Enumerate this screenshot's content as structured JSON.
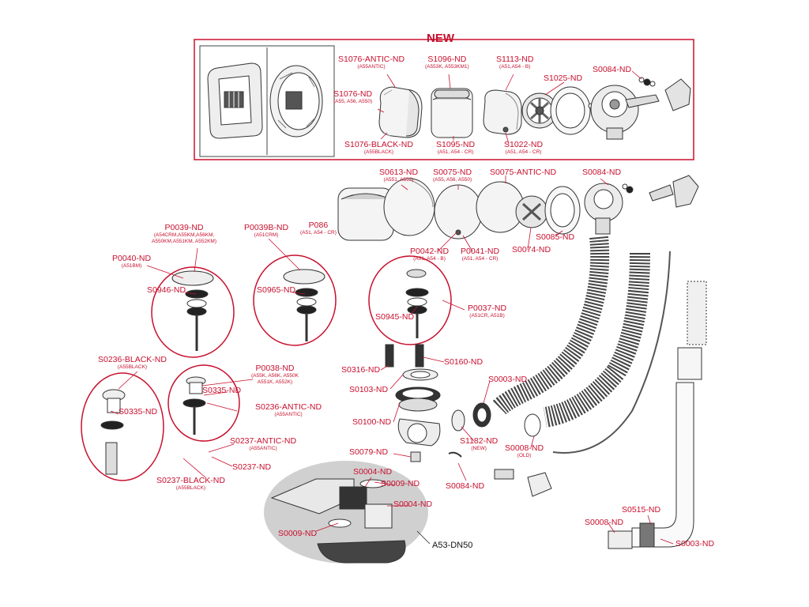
{
  "new_badge": "NEW",
  "labels": [
    {
      "code": "S1076-ANTIC-ND",
      "sub": "(A55ANTIC)"
    },
    {
      "code": "S1096-ND",
      "sub": "(A553K, A553KM1)"
    },
    {
      "code": "S1113-ND",
      "sub": "(A51,A54 - B)"
    },
    {
      "code": "S1025-ND",
      "sub": ""
    },
    {
      "code": "S0084-ND",
      "sub": ""
    },
    {
      "code": "S1076-ND",
      "sub": "(A55, A56, A550)"
    },
    {
      "code": "S1076-BLACK-ND",
      "sub": "(A55BLACK)"
    },
    {
      "code": "S1095-ND",
      "sub": "(A51, A54 - CR)"
    },
    {
      "code": "S1022-ND",
      "sub": "(A51, A54 - CR)"
    },
    {
      "code": "S0613-ND",
      "sub": "(A551, A552)"
    },
    {
      "code": "S0075-ND",
      "sub": "(A55, A56, A550)"
    },
    {
      "code": "S0075-ANTIC-ND",
      "sub": ""
    },
    {
      "code": "S0084-ND",
      "sub": ""
    },
    {
      "code": "P086",
      "sub": "(A51, A54 - CR)"
    },
    {
      "code": "P0039-ND",
      "sub": "(A54CRM,A55KM,A56KM,"
    },
    {
      "code": "",
      "sub": "A550KM,A551KM, A552KM)"
    },
    {
      "code": "P0039B-ND",
      "sub": "(A51CRM)"
    },
    {
      "code": "P0040-ND",
      "sub": "(A51BM)"
    },
    {
      "code": "S0085-ND",
      "sub": ""
    },
    {
      "code": "P0042-ND",
      "sub": "(A51, A54 - B)"
    },
    {
      "code": "P0041-ND",
      "sub": "(A51, A54 - CR)"
    },
    {
      "code": "S0074-ND",
      "sub": ""
    },
    {
      "code": "S0946-ND",
      "sub": ""
    },
    {
      "code": "S0965-ND",
      "sub": ""
    },
    {
      "code": "S0945-ND",
      "sub": ""
    },
    {
      "code": "P0037-ND",
      "sub": "(A51CR, A51B)"
    },
    {
      "code": "S0316-ND",
      "sub": ""
    },
    {
      "code": "S0160-ND",
      "sub": ""
    },
    {
      "code": "S0236-BLACK-ND",
      "sub": "(A55BLACK)"
    },
    {
      "code": "P0038-ND",
      "sub": "(A55K, A56K, A550K"
    },
    {
      "code": "",
      "sub": "A551K, A552K)"
    },
    {
      "code": "S0335-ND",
      "sub": ""
    },
    {
      "code": "S0335-ND",
      "sub": ""
    },
    {
      "code": "S0236-ANTIC-ND",
      "sub": "(A55ANTIC)"
    },
    {
      "code": "S0103-ND",
      "sub": ""
    },
    {
      "code": "S0003-ND",
      "sub": ""
    },
    {
      "code": "S0100-ND",
      "sub": ""
    },
    {
      "code": "S1182-ND",
      "sub": "(NEW)"
    },
    {
      "code": "S0008-ND",
      "sub": "(OLD)"
    },
    {
      "code": "S0237-ANTIC-ND",
      "sub": "(A55ANTIC)"
    },
    {
      "code": "S0237-ND",
      "sub": ""
    },
    {
      "code": "S0079-ND",
      "sub": ""
    },
    {
      "code": "S0084-ND",
      "sub": ""
    },
    {
      "code": "S0237-BLACK-ND",
      "sub": "(A55BLACK)"
    },
    {
      "code": "S0004-ND",
      "sub": ""
    },
    {
      "code": "S0009-ND",
      "sub": ""
    },
    {
      "code": "S0004-ND",
      "sub": ""
    },
    {
      "code": "S0009-ND",
      "sub": ""
    },
    {
      "code": "S0515-ND",
      "sub": ""
    },
    {
      "code": "S0008-ND",
      "sub": ""
    },
    {
      "code": "S0003-ND",
      "sub": ""
    }
  ],
  "assembly_label": "A53-DN50"
}
